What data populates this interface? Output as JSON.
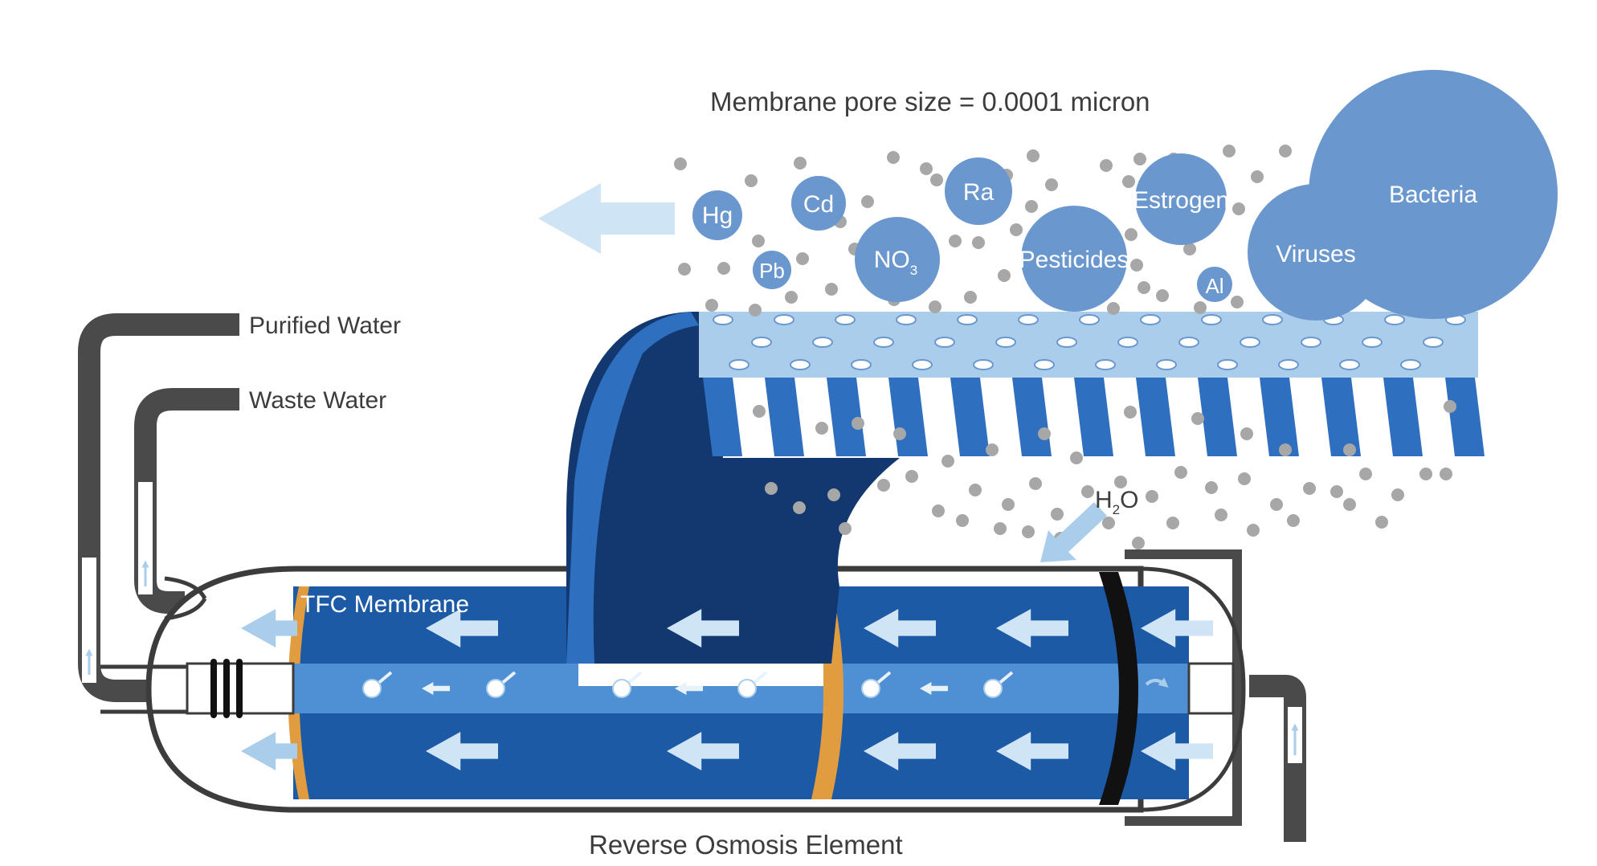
{
  "title": "Membrane pore size = 0.0001 micron",
  "labels": {
    "purified_water": "Purified Water",
    "waste_water": "Waste Water",
    "tfc_membrane": "TFC Membrane",
    "h2o_main": "H",
    "h2o_sub": "2",
    "h2o_end": "O",
    "element": "Reverse Osmosis Element"
  },
  "contaminants": [
    {
      "id": "hg",
      "text": "Hg"
    },
    {
      "id": "pb",
      "text": "Pb"
    },
    {
      "id": "cd",
      "text": "Cd"
    },
    {
      "id": "no3",
      "text": "NO",
      "sub": "3"
    },
    {
      "id": "ra",
      "text": "Ra"
    },
    {
      "id": "pesticides",
      "text": "Pesticides"
    },
    {
      "id": "estrogen",
      "text": "Estrogen"
    },
    {
      "id": "al",
      "text": "Al"
    },
    {
      "id": "viruses",
      "text": "Viruses"
    },
    {
      "id": "bacteria",
      "text": "Bacteria"
    }
  ],
  "colors": {
    "navy": "#12386f",
    "medium_blue": "#1d5aa6",
    "bright_blue": "#2f6fbf",
    "light_blue": "#a9cdea",
    "contaminant": "#6b97cf",
    "particle": "#a7a7a7",
    "pipe": "#4a4a4a",
    "end_cap": "#e19c3f"
  }
}
